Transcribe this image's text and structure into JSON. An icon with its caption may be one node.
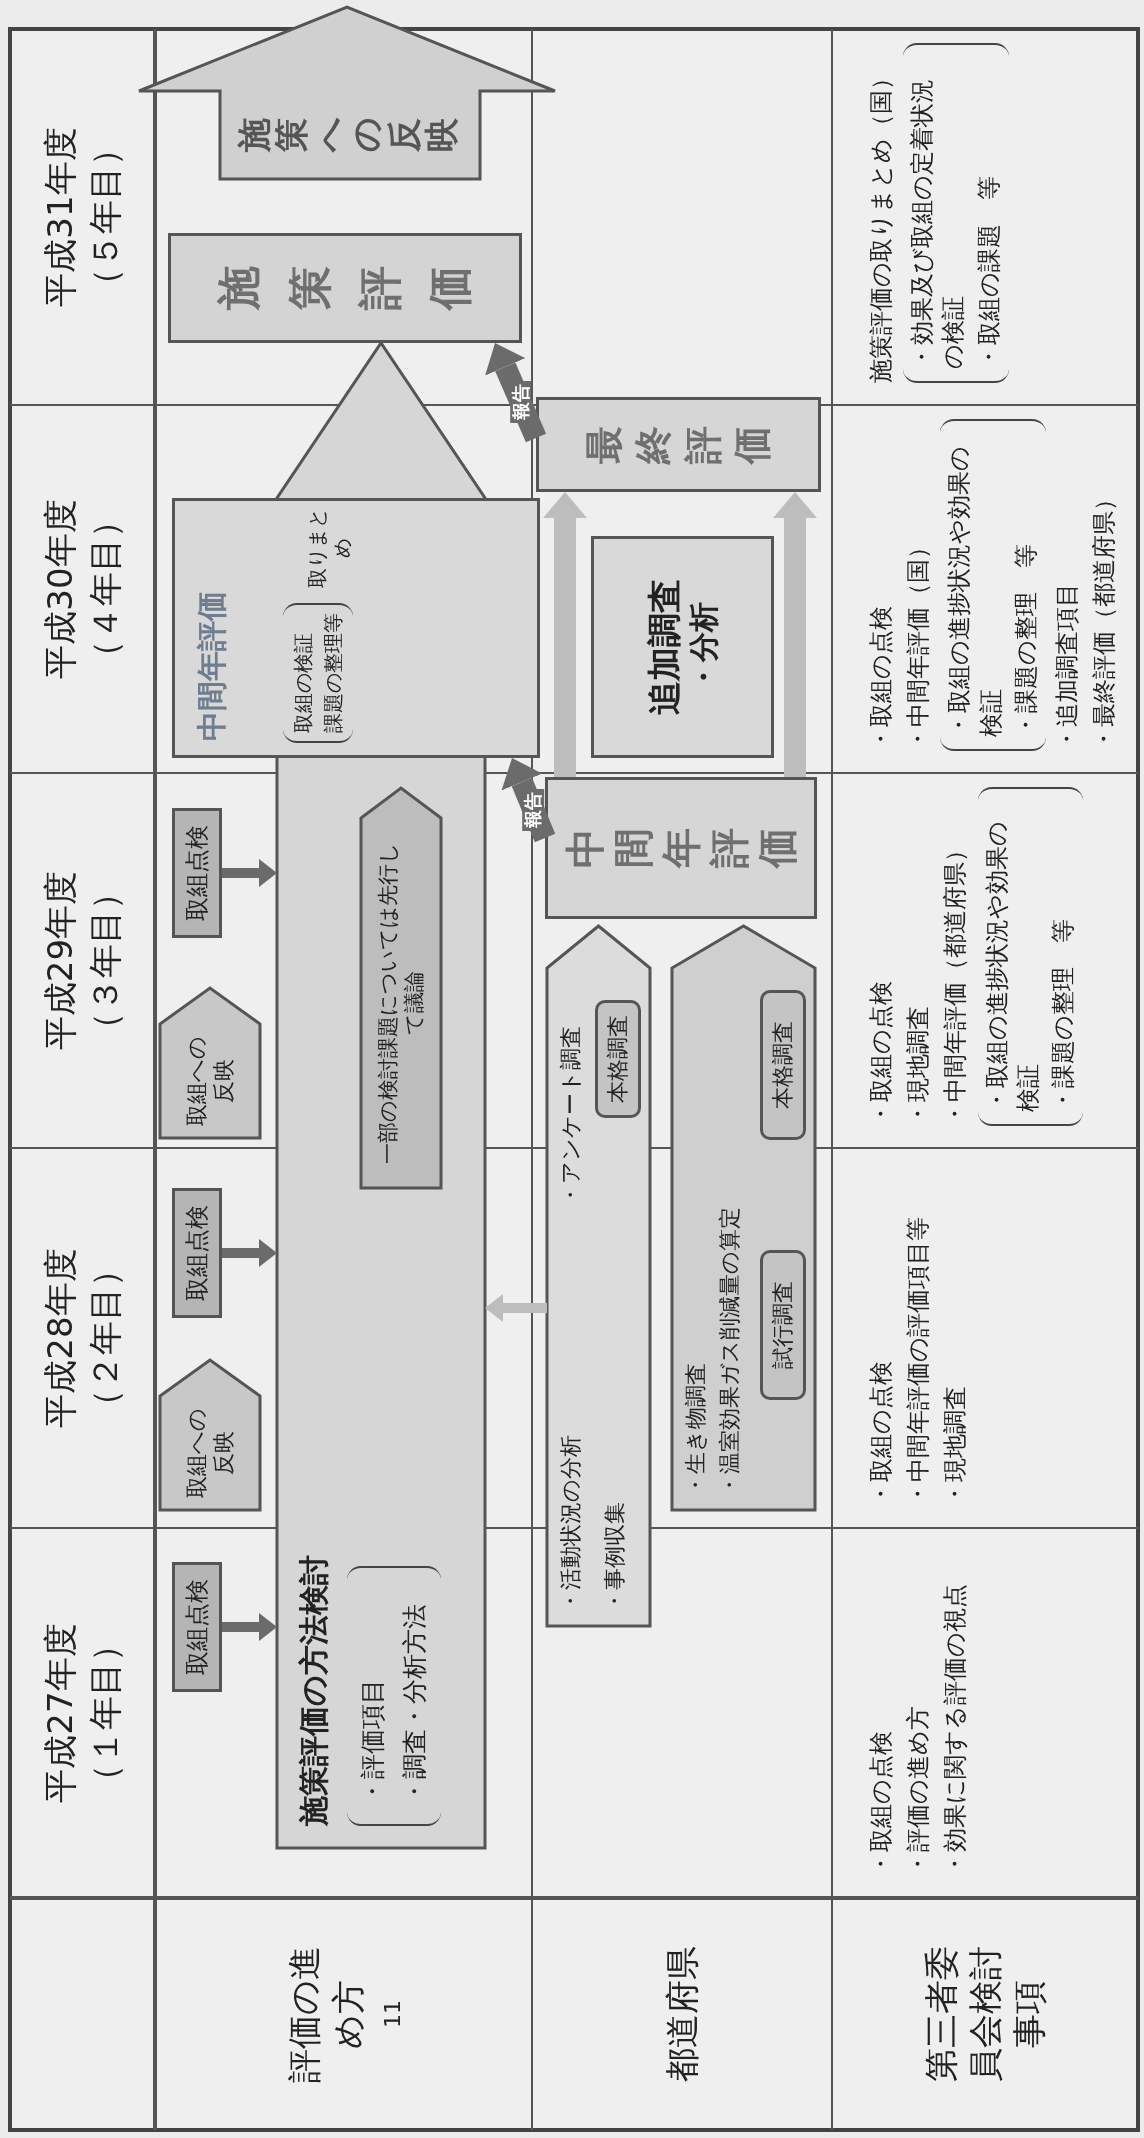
{
  "diagram": {
    "nodes": [
      {
        "text": [
          "取組点検"
        ]
      },
      {
        "text": [
          "取組への反映"
        ]
      },
      {
        "text": [
          "取組点検"
        ]
      },
      {
        "text": [
          "取組への反映"
        ]
      },
      {
        "text": [
          "取組点検"
        ]
      },
      {
        "text": [
          "施策評価の方法検討",
          "・評価項目",
          "・調査・分析方法"
        ]
      },
      {
        "text": [
          "一部の検討課題については先行して議論"
        ],
        "in": 5
      },
      {
        "text": [
          "中間年評価",
          "取組の検証",
          "課題の整理等",
          "取りまとめ"
        ]
      },
      {
        "text": [
          "施策評価"
        ]
      },
      {
        "text": [
          "施策への反映"
        ]
      },
      {
        "text": [
          "・活動状況の分析",
          "・アンケート調査",
          "・事例収集"
        ]
      },
      {
        "text": [
          "本格調査"
        ],
        "in": 10
      },
      {
        "text": [
          "・生き物調査",
          "・温室効果ガス削減量の算定"
        ]
      },
      {
        "text": [
          "試行調査"
        ],
        "in": 12
      },
      {
        "text": [
          "本格調査"
        ],
        "in": 12
      },
      {
        "text": [
          "中間年評価"
        ]
      },
      {
        "text": [
          "追加調査",
          "・分析"
        ]
      },
      {
        "text": [
          "最終評価"
        ]
      }
    ],
    "edges": [
      {
        "from": 0,
        "to": 5,
        "arrow": "to"
      },
      {
        "from": 2,
        "to": 5,
        "arrow": "to"
      },
      {
        "from": 4,
        "to": 5,
        "arrow": "to"
      },
      {
        "from": 10,
        "to": 5,
        "arrow": "to",
        "color": "#bdbdbd"
      },
      {
        "from": 15,
        "to": 7,
        "arrow": "to",
        "label": "報告",
        "style": "thick"
      },
      {
        "from": 15,
        "to": 17,
        "arrow": "to",
        "style": "thick",
        "color": "#bdbdbd"
      },
      {
        "from": 15,
        "to": 17,
        "arrow": "to",
        "style": "thick",
        "color": "#bdbdbd"
      },
      {
        "from": 17,
        "to": 8,
        "arrow": "to",
        "label": "報告",
        "style": "thick"
      }
    ],
    "labels": [
      "平成27年度",
      "（１年目）",
      "平成28年度",
      "（２年目）",
      "平成29年度",
      "（３年目）",
      "平成30年度",
      "（４年目）",
      "平成31年度",
      "（５年目）",
      "評価の進め方",
      "11",
      "都道府県",
      "第三者委員会検討事項",
      "・取組の点検",
      "・評価の進め方",
      "・効果に関する評価の視点",
      "・取組の点検",
      "・中間年評価の評価項目等",
      "・現地調査",
      "・取組の点検",
      "・現地調査",
      "・中間年評価（都道府県）",
      "・取組の進捗状況や効果の検証",
      "・課題の整理　等",
      "・取組の点検",
      "・中間年評価（国）",
      "・取組の進捗状況や効果の検証",
      "・課題の整理　等",
      "・追加調査項目",
      "・最終評価（都道府県）",
      "施策評価の取りまとめ（国）",
      "・効果及び取組の定着状況の検証",
      "・取組の課題　等"
    ]
  }
}
